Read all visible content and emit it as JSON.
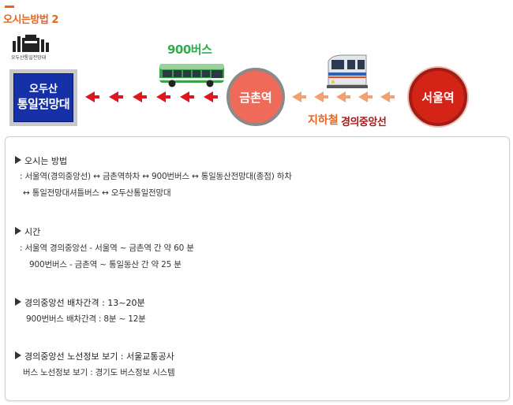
{
  "header": {
    "title": "오시는방법 2",
    "logo_caption": "오두산통일전망대"
  },
  "route": {
    "destination_line1": "오두산",
    "destination_line2": "통일전망대",
    "bus_label": "900버스",
    "transfer_station": "금촌역",
    "origin_station": "서울역",
    "rail_label_1": "지하철",
    "rail_label_2": "경의중앙선"
  },
  "info": {
    "sections": [
      {
        "title": "오시는 방법",
        "lines": [
          ": 서울역(경의중앙선) ↔ 금촌역하차 ↔ 900번버스 ↔ 통일동산전망대(종점) 하차",
          "↔ 통일전망대셔틀버스 ↔ 오두산통일전망대"
        ]
      },
      {
        "title": "시간",
        "lines": [
          ": 서울역 경의중앙선 - 서울역 ~ 금촌역 간 약 60 분",
          "900번버스 - 금촌역 ~ 통일동산 간 약 25 분"
        ]
      },
      {
        "title": "경의중앙선 배차간격 : 13~20분",
        "lines": [
          "900번버스 배차간격 : 8분 ~ 12분"
        ]
      },
      {
        "title": "경의중앙선 노선정보 보기 : 서울교통공사",
        "lines": [
          "버스 노선정보 보기 : 경기도 버스정보 시스템"
        ]
      }
    ]
  },
  "colors": {
    "accent_orange": "#e8641b",
    "arrow_red": "#e0161e",
    "arrow_orange": "#f5a070",
    "bus_green": "#2fae4e",
    "destination_blue": "#1630a8"
  }
}
